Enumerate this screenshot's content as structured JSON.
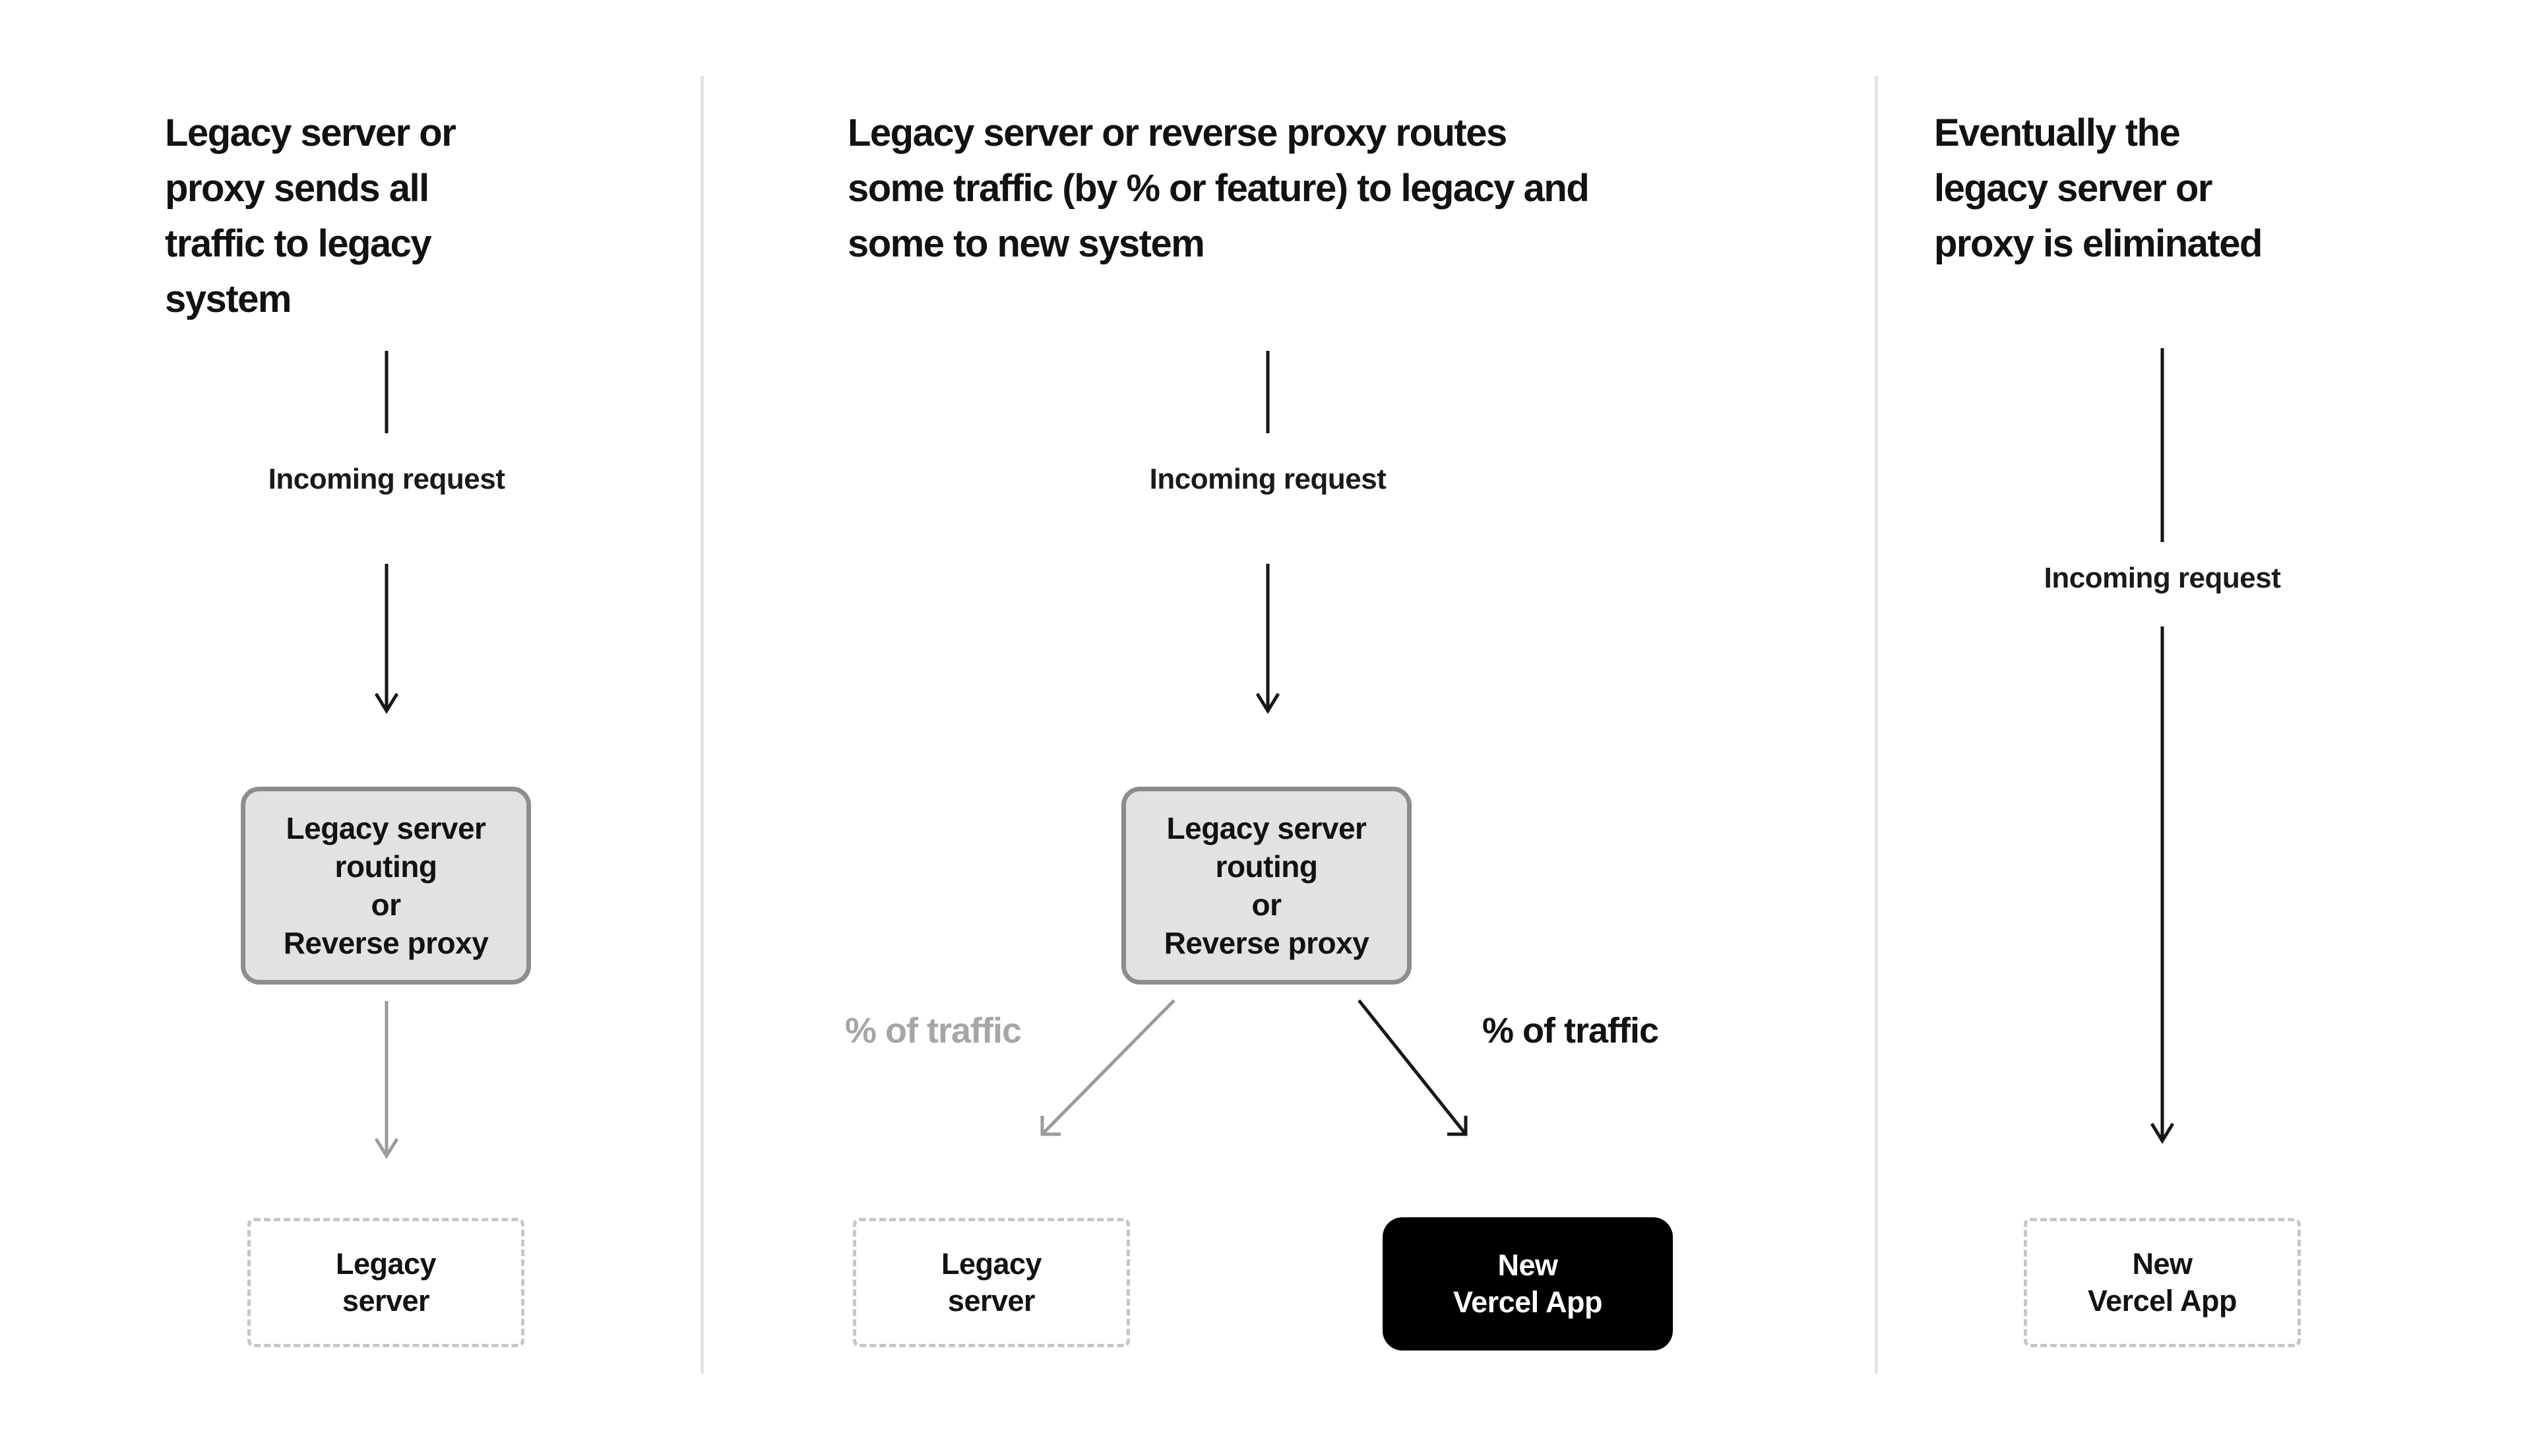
{
  "diagram": {
    "stage1": {
      "heading_lines": [
        "Legacy server or",
        "proxy sends all",
        "traffic to legacy",
        "system"
      ],
      "incoming_label": "Incoming request",
      "routing_box_lines": [
        "Legacy server",
        "routing",
        "or",
        "Reverse proxy"
      ],
      "legacy_box_lines": [
        "Legacy",
        "server"
      ]
    },
    "stage2": {
      "heading_lines": [
        "Legacy server or reverse proxy routes",
        "some traffic (by % or feature) to legacy and",
        "some to new system"
      ],
      "incoming_label": "Incoming request",
      "routing_box_lines": [
        "Legacy server",
        "routing",
        "or",
        "Reverse proxy"
      ],
      "traffic_left_label": "% of traffic",
      "traffic_right_label": "% of traffic",
      "legacy_box_lines": [
        "Legacy",
        "server"
      ],
      "vercel_box_lines": [
        "New",
        "Vercel App"
      ]
    },
    "stage3": {
      "heading_lines": [
        "Eventually the",
        "legacy server or",
        "proxy is eliminated"
      ],
      "incoming_label": "Incoming request",
      "vercel_box_lines": [
        "New",
        "Vercel App"
      ]
    },
    "colors": {
      "background": "#ffffff",
      "text_black": "#121212",
      "arrow_black": "#161616",
      "arrow_gray": "#9b9b9b",
      "traffic_gray_label": "#a6a6a6",
      "routing_box_fill": "#e2e2e2",
      "routing_box_border": "#8d8d8d",
      "dashed_box_border": "#c6c6c6",
      "vercel_box_fill": "#000000",
      "vercel_box_text": "#ffffff",
      "divider": "#e3e3e3"
    }
  }
}
